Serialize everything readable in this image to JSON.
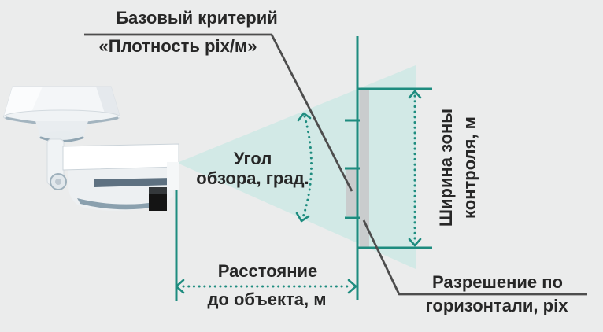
{
  "labels": {
    "base_criterion": {
      "line1": "Базовый критерий",
      "line2": "«Плотность pix/м»"
    },
    "view_angle": {
      "line1": "Угол",
      "line2": "обзора, град."
    },
    "distance": {
      "line1": "Расстояние",
      "line2": "до объекта, м"
    },
    "zone_width": {
      "line1": "Ширина зоны",
      "line2": "контроля, м"
    },
    "resolution": {
      "line1": "Разрешение по",
      "line2": "горизонтали, pix"
    }
  },
  "illustration": {
    "camera": "bullet-cctv-camera"
  },
  "colors": {
    "background": "#ebecec",
    "teal_accent": "#1e8c7f",
    "fov_fill": "#d2e9e6",
    "pointer_line": "#4d4d4d",
    "label_text": "#272727",
    "target_gray": "#c9cccd"
  }
}
